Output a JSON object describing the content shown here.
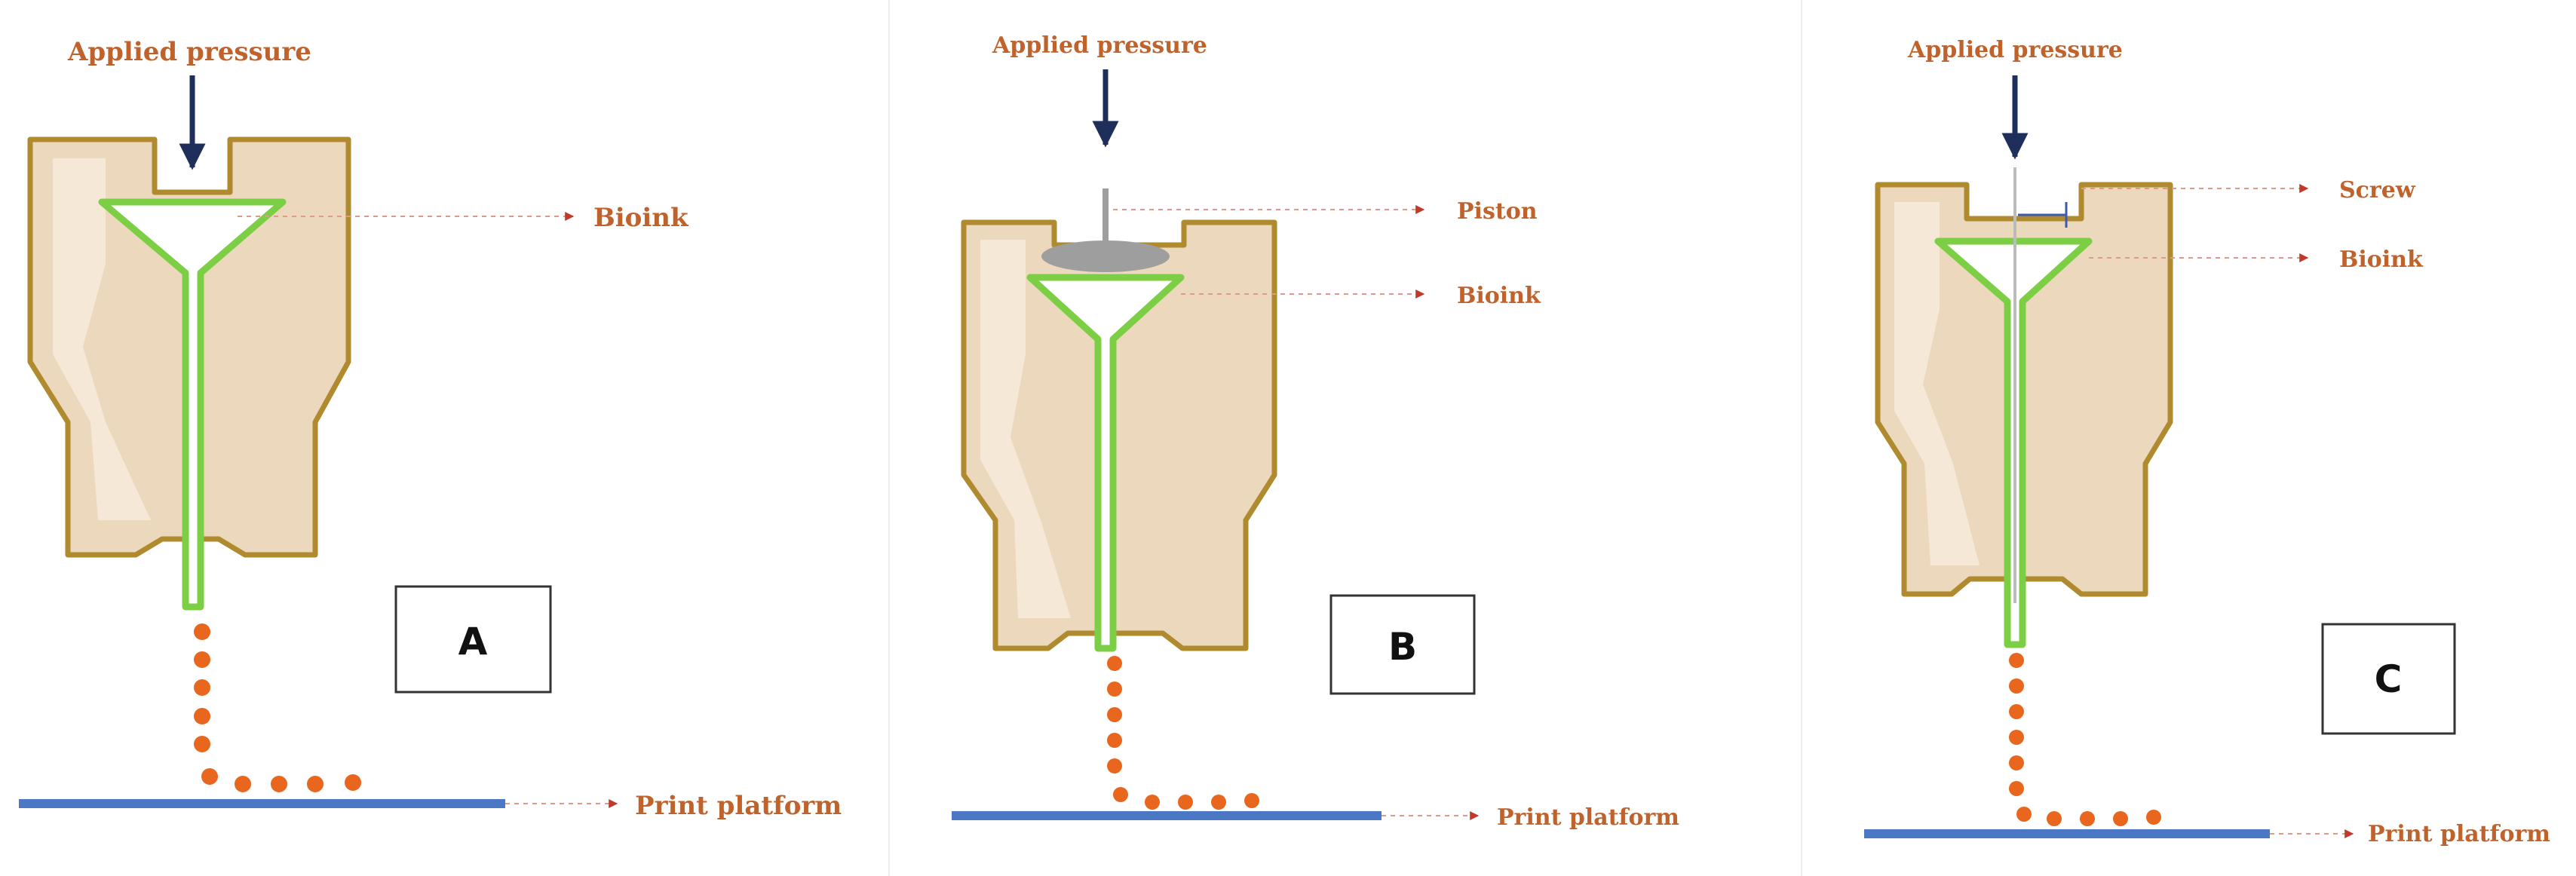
{
  "colors": {
    "housing_fill": "#ecd8bd",
    "housing_stroke": "#b08a2e",
    "funnel": "#7ccf45",
    "arrow": "#1f2f5c",
    "droplet": "#e8661e",
    "platform": "#4a78c5",
    "label": "#c0622b",
    "leader": "#e09a8a",
    "piston": "#9e9e9e"
  },
  "panels": [
    {
      "id": "A",
      "box_label": "A",
      "labels": {
        "pressure": "Applied pressure",
        "bioink": "Bioink",
        "platform": "Print platform"
      }
    },
    {
      "id": "B",
      "box_label": "B",
      "labels": {
        "pressure": "Applied pressure",
        "piston": "Piston",
        "bioink": "Bioink",
        "platform": "Print platform"
      }
    },
    {
      "id": "C",
      "box_label": "C",
      "labels": {
        "pressure": "Applied pressure",
        "screw": "Screw",
        "bioink": "Bioink",
        "platform": "Print platform"
      }
    }
  ]
}
